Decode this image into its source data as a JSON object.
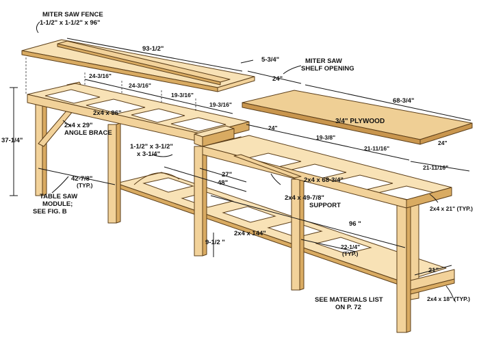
{
  "labels": {
    "fence_title": "MITER SAW FENCE",
    "fence_size": "1-1/2\" x 1-1/2\" x 96\"",
    "len_93": "93-1/2\"",
    "len_5_34": "5-3/4\"",
    "shelf_title": "MITER SAW",
    "shelf_sub": "SHELF OPENING",
    "len_24_top": "24\"",
    "len_68_34": "68-3/4\"",
    "plywood": "3/4\" PLYWOOD",
    "s1": "24-3/16\"",
    "s2": "24-3/16\"",
    "s3": "19-3/16\"",
    "s4": "19-3/16\"",
    "height": "37-1/4\"",
    "rail_96": "2x4 x 96\"",
    "brace_a": "2x4 x 29\"",
    "brace_b": "ANGLE BRACE",
    "block_a": "1-1/2\" x 3-1/2\"",
    "block_b": "x 3-1/4\"",
    "r1": "24\"",
    "r2": "19-3/8\"",
    "r3": "21-11/16\"",
    "r4": "24\"",
    "r5": "21-11/16\"",
    "len_27": "27\"",
    "len_48": "48\"",
    "rail_68": "2x4 x 68-3/4\"",
    "support_a": "2x4 x 49-7/8\"",
    "support_b": "SUPPORT",
    "leg_21_a": "2x4 x 21\" (TYP.)",
    "len_42": "42-7/8\"",
    "typ": "(TYP.)",
    "module_a": "TABLE SAW",
    "module_b": "MODULE;",
    "module_c": "SEE FIG. B",
    "len_96_lower": "96 \"",
    "rail_144": "2x4 x 144\"",
    "h_9": "9-1/2 \"",
    "len_22": "22-1/4\"",
    "typ2": "(TYP.)",
    "len_21": "21\"",
    "leg_18": "2x4 x 18\" (TYP.)",
    "see_a": "SEE MATERIALS LIST",
    "see_b": "ON P. 72"
  }
}
